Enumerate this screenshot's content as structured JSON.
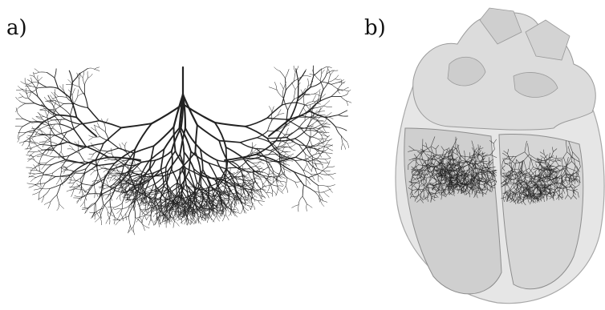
{
  "figure": {
    "panel_a_label": "a)",
    "panel_b_label": "b)"
  },
  "colors": {
    "branch": "#222222",
    "heart_fill": "#d9d9d9",
    "heart_shadow": "#bdbdbd",
    "heart_outline": "#9a9a9a",
    "network": "#1e1e1e"
  },
  "icons": {
    "panel_a": "branching-tree-graphic",
    "panel_b": "heart-purkinje-network-graphic"
  }
}
